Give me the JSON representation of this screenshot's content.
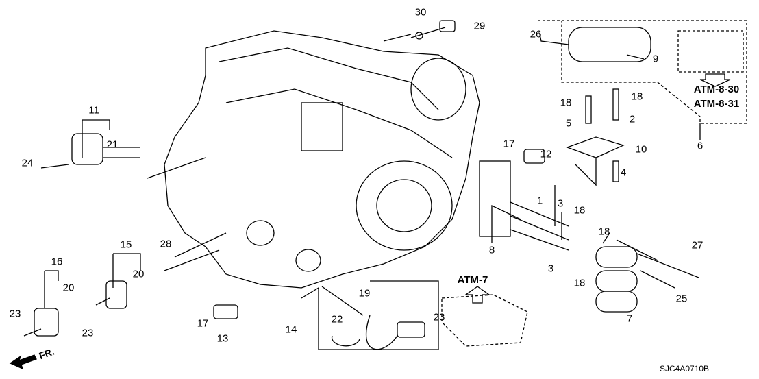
{
  "diagram_code": "SJC4A0710B",
  "direction_label": "FR.",
  "references": {
    "atm_8_30": "ATM-8-30",
    "atm_8_31": "ATM-8-31",
    "atm_7": "ATM-7"
  },
  "callouts": [
    "30",
    "29",
    "26",
    "9",
    "6",
    "18",
    "18",
    "5",
    "2",
    "10",
    "4",
    "17",
    "12",
    "11",
    "21",
    "24",
    "1",
    "3",
    "8",
    "3",
    "18",
    "18",
    "18",
    "27",
    "25",
    "7",
    "15",
    "16",
    "20",
    "20",
    "28",
    "23",
    "23",
    "17",
    "13",
    "14",
    "19",
    "22",
    "23"
  ]
}
